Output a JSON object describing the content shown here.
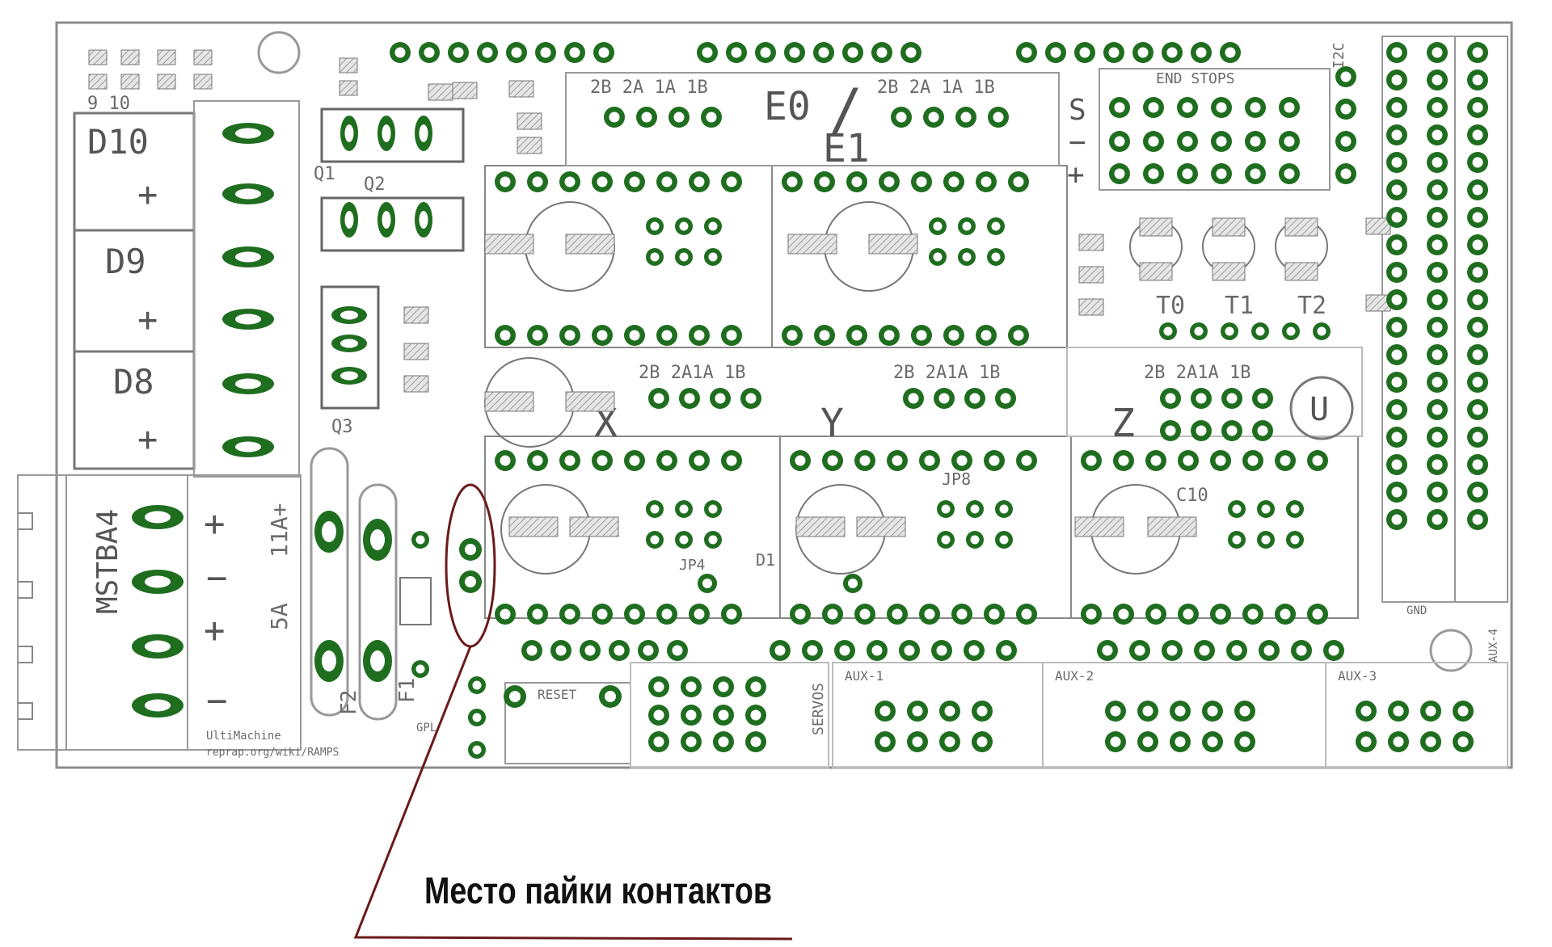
{
  "board": {
    "outline_color": "#8c8c8c",
    "pad_color": "#1f6e1f",
    "pad_hole": "#ffffff",
    "hatch_color": "#b0b0b0",
    "annotation_color": "#6b1a1a",
    "power_labels": [
      "D10",
      "D9",
      "D8"
    ],
    "plus_sign": "+",
    "minus_sign": "−",
    "connector_label": "MSTBA4",
    "rating_label": "11A+",
    "rating_label2": "5A",
    "mosfet_labels": [
      "Q1",
      "Q2",
      "Q3"
    ],
    "header_label_top": "9 10",
    "driver_pin_labels": "2B 2A 1A 1B",
    "driver_pin_labels_tight": "2B 2A1A 1B",
    "axis_labels": [
      "E0",
      "E1",
      "X",
      "Y",
      "Z"
    ],
    "separator_slash": "/",
    "endstops_label": "END STOPS",
    "endstop_rows": [
      "S",
      "−",
      "+"
    ],
    "i2c_label": "I2C",
    "thermistors": [
      "T0",
      "T1",
      "T2"
    ],
    "cap_labels": [
      "C10",
      "D1",
      "JP4",
      "JP8"
    ],
    "reset_label": "RESET",
    "servos_label": "SERVOS",
    "aux_labels": [
      "AUX-1",
      "AUX-2",
      "AUX-3",
      "AUX-4"
    ],
    "gnd_label": "GND",
    "fuse_labels": [
      "F1",
      "F2"
    ],
    "u_label": "U",
    "credits_line1": "UltiMachine",
    "credits_line2": "reprap.org/wiki/RAMPS",
    "gpl_label": "GPL"
  },
  "annotation": {
    "caption": "Место пайки контактов"
  }
}
